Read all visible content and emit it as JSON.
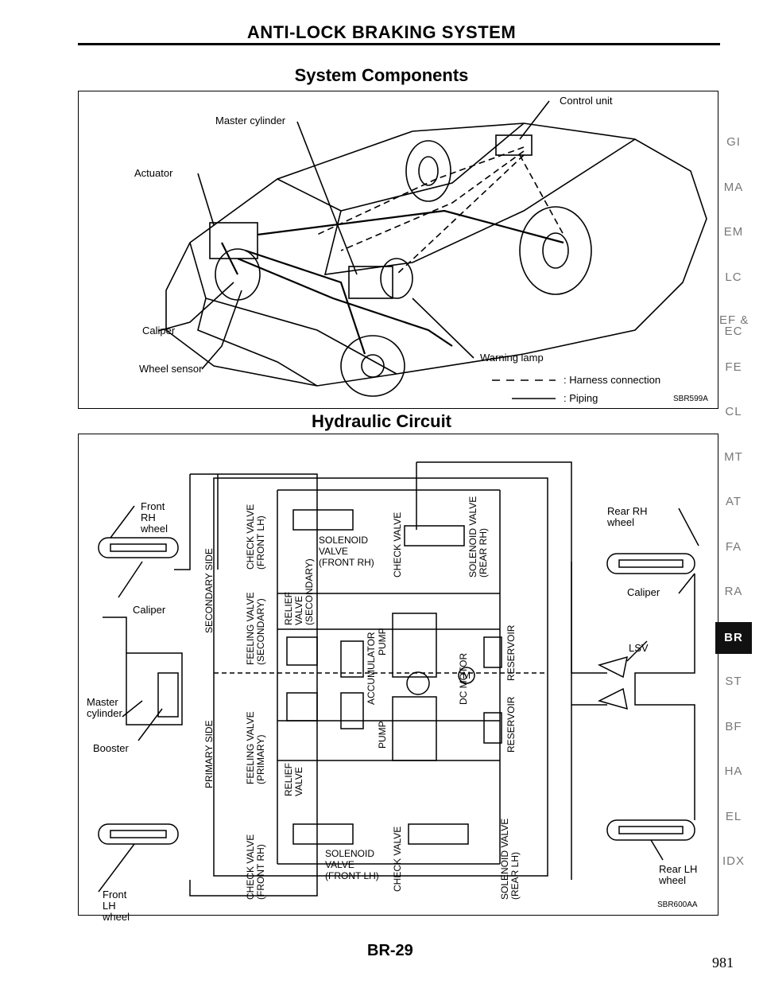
{
  "header": {
    "title": "ANTI-LOCK BRAKING SYSTEM"
  },
  "sections": {
    "components_title": "System Components",
    "hydraulic_title": "Hydraulic Circuit"
  },
  "components": {
    "labels": {
      "master_cylinder": "Master cylinder",
      "actuator": "Actuator",
      "caliper": "Caliper",
      "wheel_sensor": "Wheel sensor",
      "control_unit": "Control unit",
      "warning_lamp": "Warning lamp"
    },
    "legend": {
      "harness": ": Harness connection",
      "piping": ": Piping"
    },
    "code": "SBR599A"
  },
  "hydraulic": {
    "labels": {
      "front_rh": "Front\nRH\nwheel",
      "caliper_left": "Caliper",
      "master_cylinder": "Master\ncylinder",
      "booster": "Booster",
      "front_lh": "Front\nLH\nwheel",
      "rear_rh": "Rear RH\nwheel",
      "caliper_right": "Caliper",
      "lsv": "LSV",
      "rear_lh": "Rear LH\nwheel",
      "solenoid_front_rh": "SOLENOID\nVALVE\n(FRONT RH)",
      "solenoid_front_lh": "SOLENOID\nVALVE\n(FRONT LH)",
      "secondary_side": "SECONDARY SIDE",
      "primary_side": "PRIMARY SIDE",
      "check_valve_front_lh": "CHECK VALVE\n(FRONT LH)",
      "feeling_valve_secondary": "FEELING VALVE\n(SECONDARY)",
      "relief_valve_secondary": "RELIEF\nVALVE\n(SECONDARY)",
      "feeling_valve_primary": "FEELING VALVE\n(PRIMARY)",
      "relief_valve": "RELIEF\nVALVE",
      "check_valve_front_rh": "CHECK VALVE\n(FRONT RH)",
      "check_valve_top": "CHECK VALVE",
      "check_valve_bottom": "CHECK VALVE",
      "solenoid_rear_rh": "SOLENOID VALVE\n(REAR RH)",
      "solenoid_rear_lh": "SOLENOID VALVE\n(REAR LH)",
      "accumulator": "ACCUMULATOR",
      "pump_top": "PUMP",
      "pump_bottom": "PUMP",
      "dc_motor": "DC MOTOR",
      "motor_symbol": "M",
      "reservoir_top": "RESERVOIR",
      "reservoir_bottom": "RESERVOIR"
    },
    "code": "SBR600AA"
  },
  "side_tabs": [
    "GI",
    "MA",
    "EM",
    "LC",
    "EF &\nEC",
    "FE",
    "CL",
    "MT",
    "AT",
    "FA",
    "RA",
    "BR",
    "ST",
    "BF",
    "HA",
    "EL",
    "IDX"
  ],
  "active_tab": "BR",
  "footer": {
    "page_label": "BR-29",
    "page_number": "981"
  }
}
